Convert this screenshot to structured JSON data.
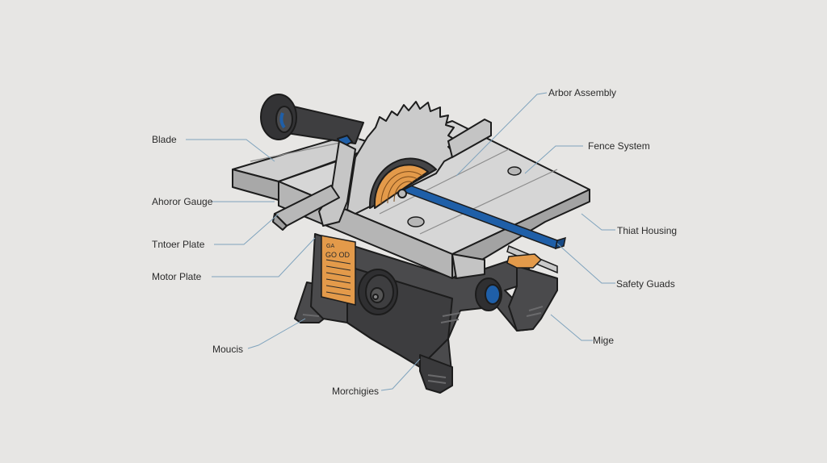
{
  "diagram": {
    "type": "exploded-labeled-illustration",
    "subject": "table saw",
    "colors": {
      "background": "#e7e6e4",
      "leader_line": "#7fa3bd",
      "metal_light": "#d3d3d3",
      "metal_mid": "#b9b9b9",
      "base_dark": "#4a4a4c",
      "accent_orange": "#e39a4a",
      "accent_blue": "#1f5fa8",
      "outline": "#1c1c1c"
    },
    "labels_left": [
      {
        "id": "blade",
        "text": "Blade"
      },
      {
        "id": "ahoror-gauge",
        "text": "Ahoror Gauge"
      },
      {
        "id": "thtoer-plate",
        "text": "Tntoer Plate"
      },
      {
        "id": "motor-plate",
        "text": "Motor Plate"
      },
      {
        "id": "mounts",
        "text": "Moucis"
      },
      {
        "id": "morchigies",
        "text": "Morchigies"
      }
    ],
    "labels_right": [
      {
        "id": "arbor-assembly",
        "text": "Arbor Assembly"
      },
      {
        "id": "fence-system",
        "text": "Fence System"
      },
      {
        "id": "that-housing",
        "text": "Thiat Housing"
      },
      {
        "id": "safety-guards",
        "text": "Safety Guads"
      },
      {
        "id": "mige",
        "text": "Mige"
      }
    ],
    "plate_text": {
      "line1": "GA",
      "line2": "GO  OD"
    }
  }
}
